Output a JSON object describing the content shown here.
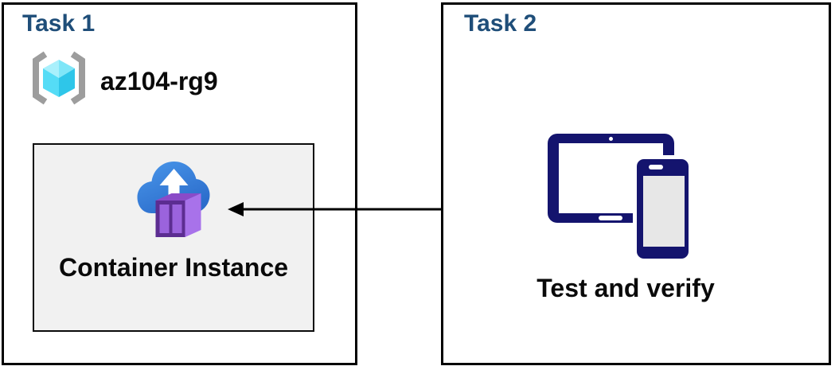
{
  "colors": {
    "title_blue": "#1F4E79",
    "box_border": "#000000",
    "panel_bg": "#F1F1F1",
    "panel_border": "#0A0A0A",
    "device_navy": "#14146E",
    "phone_screen": "#E7E7E7",
    "arrow_black": "#000000",
    "bracket_gray": "#9D9D9D",
    "cube_top_left": "#A9F0FC",
    "cube_top_right": "#7FE6F8",
    "cube_left": "#55DCF6",
    "cube_right": "#2EC6E9",
    "container_front": "#5C2D91",
    "container_panels": "#9B63DD",
    "container_side": "#A872EA",
    "container_top": "#8A4BC8",
    "label_black": "#0A0A0A"
  },
  "task1": {
    "title": "Task 1",
    "resource_group": {
      "name": "az104-rg9",
      "icon": "resource-group-icon"
    },
    "container_panel": {
      "label": "Container Instance",
      "icon": "container-instance-icon"
    }
  },
  "task2": {
    "title": "Task 2",
    "caption": "Test and verify",
    "icon": "tablet-and-phone-icon"
  },
  "connection": {
    "from": "task2-devices",
    "to": "container-instance",
    "style": "solid-line-arrowhead-left"
  }
}
